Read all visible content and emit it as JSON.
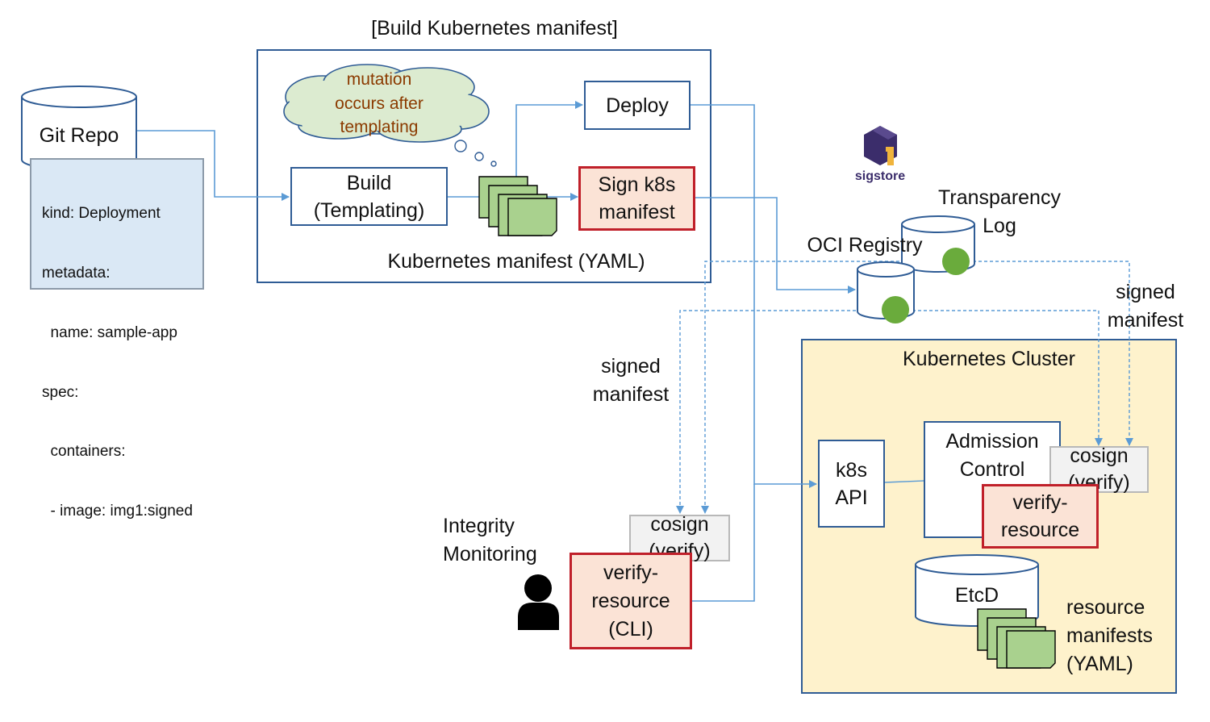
{
  "build_section": {
    "title": "[Build Kubernetes manifest]",
    "subtitle": "Kubernetes manifest (YAML)"
  },
  "git_repo": {
    "label": "Git Repo"
  },
  "yaml_snippet": {
    "lines": [
      "kind: Deployment",
      "metadata:",
      "  name: sample-app",
      "spec:",
      "  containers:",
      "  - image: img1:signed"
    ]
  },
  "cloud": {
    "lines": [
      "mutation",
      "occurs after",
      "templating"
    ]
  },
  "build_box": {
    "lines": [
      "Build",
      "(Templating)"
    ]
  },
  "deploy_box": {
    "label": "Deploy"
  },
  "sign_box": {
    "lines": [
      "Sign k8s",
      "manifest"
    ]
  },
  "sigstore": {
    "label": "sigstore"
  },
  "transparency_log": {
    "lines": [
      "Transparency",
      "Log"
    ]
  },
  "oci_registry": {
    "label": "OCI Registry"
  },
  "signed_manifest_left": {
    "lines": [
      "signed",
      "manifest"
    ]
  },
  "signed_manifest_right": {
    "lines": [
      "signed",
      "manifest"
    ]
  },
  "cluster": {
    "title": "Kubernetes Cluster",
    "k8s_api": [
      "k8s",
      "API"
    ],
    "admission": [
      "Admission",
      "Control"
    ],
    "cosign": [
      "cosign",
      "(verify)"
    ],
    "verify_resource": [
      "verify-",
      "resource"
    ],
    "etcd": "EtcD",
    "resource_manifests": [
      "resource",
      "manifests",
      "(YAML)"
    ]
  },
  "integrity": {
    "lines": [
      "Integrity",
      "Monitoring"
    ],
    "cosign": [
      "cosign",
      "(verify)"
    ],
    "verify_cli": [
      "verify-",
      "resource",
      "(CLI)"
    ]
  },
  "colors": {
    "frame_blue": "#2f5c95",
    "connector_blue": "#5b9bd5",
    "sign_border": "#c0202a",
    "sign_fill": "#fbe3d6",
    "doc_green": "#a9d18e",
    "dot_green": "#6aab3c",
    "cloud_fill": "#dcebd0",
    "cloud_text": "#8b3a00",
    "yaml_fill": "#dae8f5",
    "cluster_fill": "#fef2cc",
    "sigstore_purple": "#3b2d6b",
    "sigstore_gold": "#f0b43c"
  }
}
